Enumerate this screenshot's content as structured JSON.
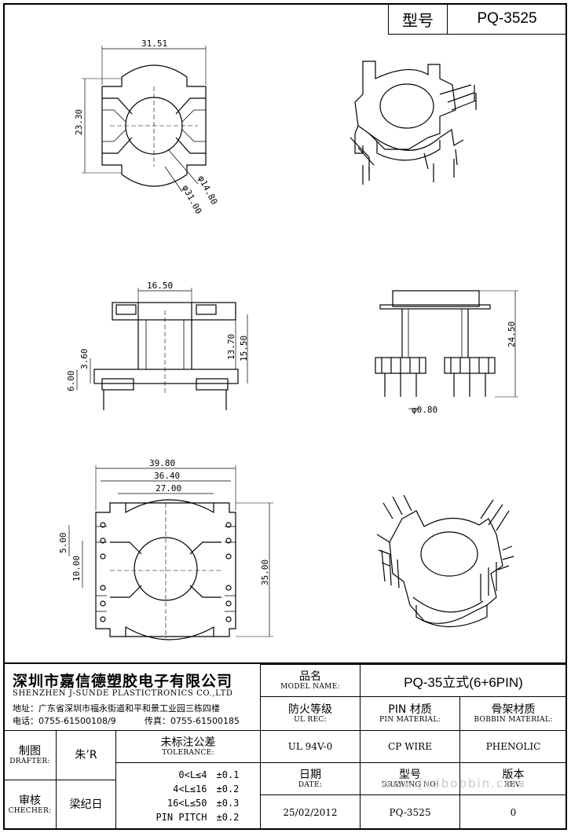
{
  "header": {
    "type_label": "型号",
    "type_value": "PQ-3525"
  },
  "dimensions": {
    "top_view": [
      "31.51",
      "23.30",
      "φ14.80",
      "φ31.00"
    ],
    "side_view": [
      "16.50",
      "3.60",
      "6.00",
      "13.70",
      "15.50"
    ],
    "front_view": [
      "24.50",
      "φ0.80"
    ],
    "bottom_view": [
      "39.80",
      "36.40",
      "27.00",
      "5.00",
      "10.00",
      "35.00"
    ]
  },
  "company": {
    "name_zh": "深圳市嘉信德塑胶电子有限公司",
    "name_en": "SHENZHEN J-SUNDE PLASTICTRONICS CO.,LTD",
    "address": "地址：广东省深圳市福永街道和平和景工业园三栋四楼",
    "phone": "电话：0755-61500108/9",
    "fax": "传真：0755-61500185"
  },
  "title_block": {
    "model_name_zh": "品名",
    "model_name_en": "MODEL NAME:",
    "model_name_value": "PQ-35立式(6+6PIN)",
    "ul_zh": "防火等级",
    "ul_en": "UL REC:",
    "ul_value": "UL 94V-0",
    "pin_zh": "PIN 材质",
    "pin_en": "PIN MATERIAL:",
    "pin_value": "CP WIRE",
    "bobbin_zh": "骨架材质",
    "bobbin_en": "BOBBIN MATERIAL:",
    "bobbin_value": "PHENOLIC",
    "date_zh": "日期",
    "date_en": "DATE:",
    "date_value": "25/02/2012",
    "drawing_zh": "型号",
    "drawing_en": "DRAWING NO:",
    "drawing_value": "PQ-3525",
    "rev_zh": "版本",
    "rev_en": "REV:",
    "rev_value": "0",
    "drafter_zh": "制图",
    "drafter_en": "DRAFTER:",
    "drafter_value": "朱’R",
    "checker_zh": "审核",
    "checker_en": "CHECHER:",
    "checker_value": "梁纪日",
    "tolerance_zh": "未标注公差",
    "tolerance_en": "TOLERANCE:",
    "tolerances": [
      {
        "range": "0<L≤4",
        "value": "±0.1"
      },
      {
        "range": "4<L≤16",
        "value": "±0.2"
      },
      {
        "range": "16<L≤50",
        "value": "±0.3"
      },
      {
        "range": "PIN PITCH",
        "value": "±0.2"
      }
    ]
  },
  "watermark": "www.jxdbobbin.com"
}
